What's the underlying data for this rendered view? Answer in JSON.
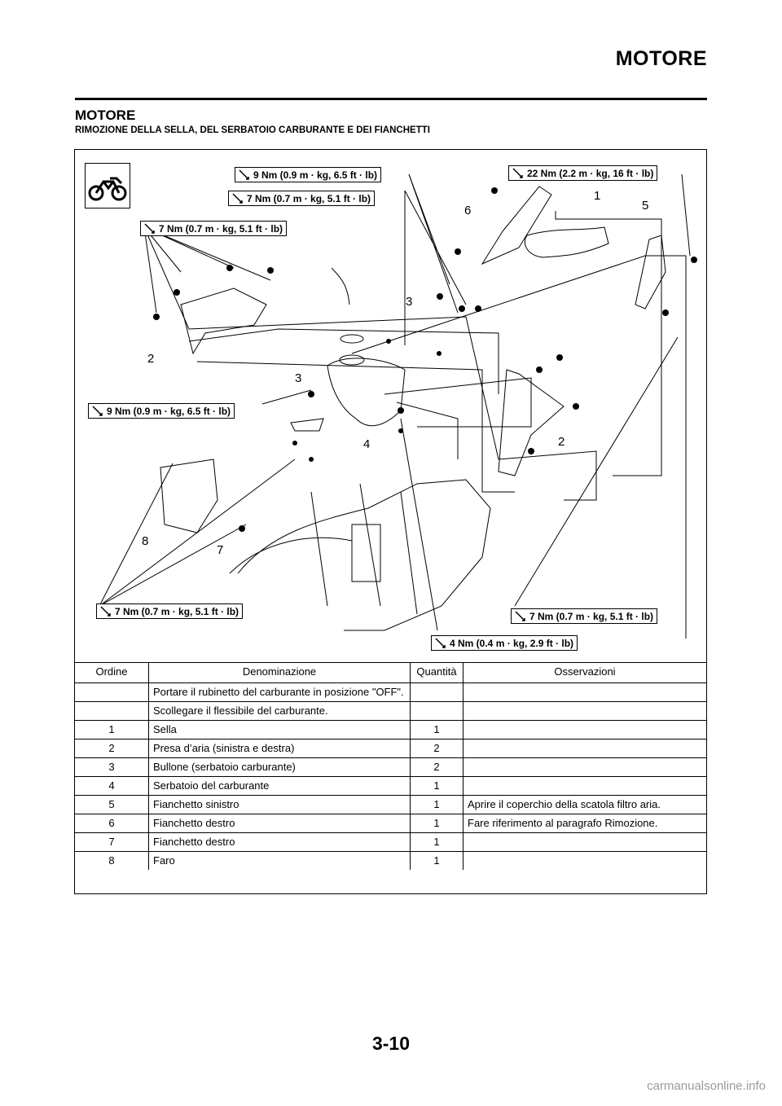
{
  "header": {
    "title": "MOTORE"
  },
  "section": {
    "title": "MOTORE",
    "subtitle": "RIMOZIONE DELLA SELLA, DEL SERBATOIO CARBURANTE E DEI FIANCHETTI"
  },
  "torque_labels": [
    "9 Nm (0.9 m · kg, 6.5 ft · lb)",
    "7 Nm (0.7 m · kg, 5.1 ft · lb)",
    "7 Nm (0.7 m · kg, 5.1 ft · lb)",
    "22 Nm (2.2 m · kg, 16 ft · lb)",
    "9 Nm (0.9 m · kg, 6.5 ft · lb)",
    "7 Nm (0.7 m · kg, 5.1 ft · lb)",
    "7 Nm (0.7 m · kg, 5.1 ft · lb)",
    "4 Nm (0.4 m · kg, 2.9 ft · lb)"
  ],
  "callouts": [
    "1",
    "5",
    "6",
    "3",
    "2",
    "3",
    "4",
    "2",
    "8",
    "7"
  ],
  "table": {
    "headers": [
      "Ordine",
      "Denominazione",
      "Quantità",
      "Osservazioni"
    ],
    "rows": [
      {
        "order": "",
        "name": "Portare il rubinetto del carburante in posizione \"OFF\".",
        "qty": "",
        "note": ""
      },
      {
        "order": "",
        "name": "Scollegare il flessibile del carburante.",
        "qty": "",
        "note": ""
      },
      {
        "order": "1",
        "name": "Sella",
        "qty": "1",
        "note": ""
      },
      {
        "order": "2",
        "name": "Presa d’aria (sinistra e destra)",
        "qty": "2",
        "note": ""
      },
      {
        "order": "3",
        "name": "Bullone (serbatoio carburante)",
        "qty": "2",
        "note": ""
      },
      {
        "order": "4",
        "name": "Serbatoio del carburante",
        "qty": "1",
        "note": ""
      },
      {
        "order": "5",
        "name": "Fianchetto sinistro",
        "qty": "1",
        "note": "Aprire il coperchio della scatola filtro aria."
      },
      {
        "order": "6",
        "name": "Fianchetto destro",
        "qty": "1",
        "note": "Fare riferimento al paragrafo Rimozione."
      },
      {
        "order": "7",
        "name": "Fianchetto destro",
        "qty": "1",
        "note": ""
      },
      {
        "order": "8",
        "name": "Faro",
        "qty": "1",
        "note": ""
      }
    ]
  },
  "footer": {
    "page": "3-10",
    "watermark": "carmanualsonline.info"
  }
}
